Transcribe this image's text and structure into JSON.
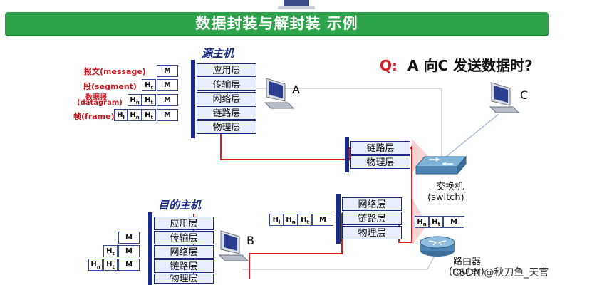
{
  "title": "数据封装与解封装   示例",
  "question": {
    "q": "Q:",
    "text": "A 向C 发送数据时?"
  },
  "source_host": {
    "title": "源主机",
    "layers": [
      "应用层",
      "传输层",
      "网络层",
      "链路层",
      "物理层"
    ],
    "node": "A"
  },
  "dest_host": {
    "title": "目的主机",
    "layers": [
      "应用层",
      "传输层",
      "网络层",
      "链路层",
      "物理层"
    ],
    "node": "B"
  },
  "third_host": {
    "node": "C"
  },
  "switch": {
    "layers": [
      "链路层",
      "物理层"
    ],
    "label": "交换机",
    "label_en": "(switch)"
  },
  "router": {
    "layers": [
      "网络层",
      "链路层",
      "物理层"
    ],
    "label": "路由器",
    "label_en": "(router)"
  },
  "pdu_labels": [
    {
      "name": "报文(message)",
      "cells": [
        "M"
      ]
    },
    {
      "name": "段(segment)",
      "cells": [
        "Ht",
        "M"
      ]
    },
    {
      "name": "数据报",
      "name2": "(datagram)",
      "cells": [
        "Hn",
        "Ht",
        "M"
      ]
    },
    {
      "name": "帧(frame)",
      "cells": [
        "Hl",
        "Hn",
        "Ht",
        "M"
      ]
    }
  ],
  "dest_pdus": [
    {
      "cells": [
        "M"
      ]
    },
    {
      "cells": [
        "Ht",
        "M"
      ]
    },
    {
      "cells": [
        "Hn",
        "Ht",
        "M"
      ]
    }
  ],
  "router_in_pdu": {
    "cells": [
      "Hl",
      "Hn",
      "Ht",
      "M"
    ]
  },
  "switch_out_pdu": {
    "cells": [
      "Hn",
      "Ht",
      "M"
    ]
  },
  "watermark": "CSDN @秋刀鱼_天官",
  "colors": {
    "banner": "#2ea44a",
    "layer_border": "#1a2a8a",
    "path": "#e0191f",
    "label_red": "#c9151e"
  }
}
